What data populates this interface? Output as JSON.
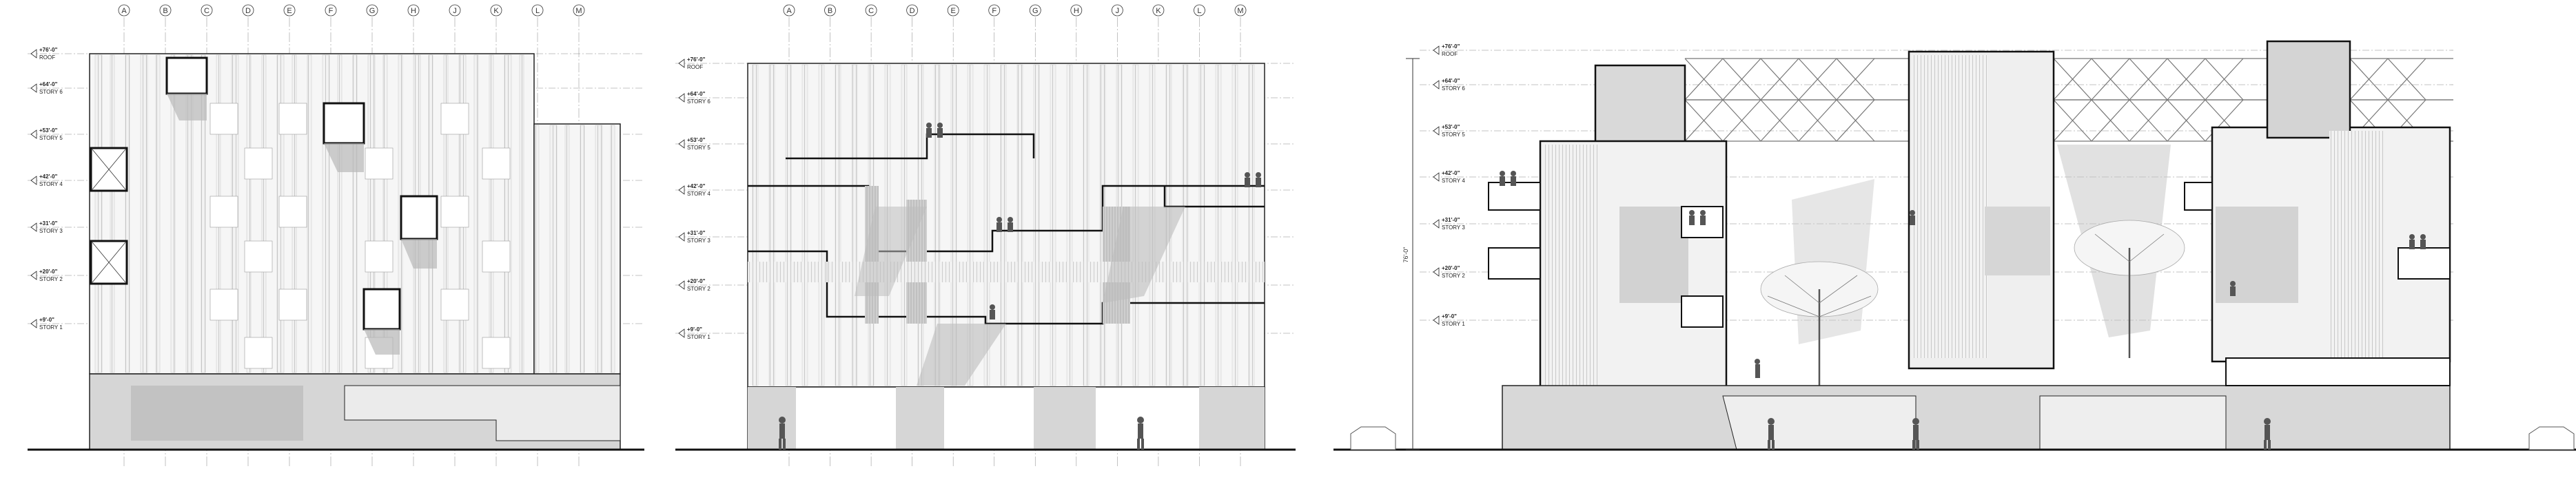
{
  "colors": {
    "ink": "#222222",
    "shade": "#d4d4d4",
    "light": "#ececec",
    "panel": "#f4f4f4"
  },
  "elevations": [
    {
      "grid_labels": [
        "A",
        "B",
        "C",
        "D",
        "E",
        "F",
        "G",
        "H",
        "J",
        "K",
        "L",
        "M"
      ],
      "levels": [
        {
          "elev": "+76'-0\"",
          "name": "ROOF"
        },
        {
          "elev": "+64'-0\"",
          "name": "STORY 6"
        },
        {
          "elev": "+53'-0\"",
          "name": "STORY 5"
        },
        {
          "elev": "+42'-0\"",
          "name": "STORY 4"
        },
        {
          "elev": "+31'-0\"",
          "name": "STORY 3"
        },
        {
          "elev": "+20'-0\"",
          "name": "STORY 2"
        },
        {
          "elev": "+9'-0\"",
          "name": "STORY 1"
        }
      ]
    },
    {
      "grid_labels": [
        "A",
        "B",
        "C",
        "D",
        "E",
        "F",
        "G",
        "H",
        "J",
        "K",
        "L",
        "M"
      ],
      "levels": [
        {
          "elev": "+76'-0\"",
          "name": "ROOF"
        },
        {
          "elev": "+64'-0\"",
          "name": "STORY 6"
        },
        {
          "elev": "+53'-0\"",
          "name": "STORY 5"
        },
        {
          "elev": "+42'-0\"",
          "name": "STORY 4"
        },
        {
          "elev": "+31'-0\"",
          "name": "STORY 3"
        },
        {
          "elev": "+20'-0\"",
          "name": "STORY 2"
        },
        {
          "elev": "+9'-0\"",
          "name": "STORY 1"
        }
      ]
    },
    {
      "grid_labels": [],
      "vertical_dimension": "76'-0\"",
      "levels": [
        {
          "elev": "+76'-0\"",
          "name": "ROOF"
        },
        {
          "elev": "+64'-0\"",
          "name": "STORY 6"
        },
        {
          "elev": "+53'-0\"",
          "name": "STORY 5"
        },
        {
          "elev": "+42'-0\"",
          "name": "STORY 4"
        },
        {
          "elev": "+31'-0\"",
          "name": "STORY 3"
        },
        {
          "elev": "+20'-0\"",
          "name": "STORY 2"
        },
        {
          "elev": "+9'-0\"",
          "name": "STORY 1"
        }
      ]
    }
  ]
}
